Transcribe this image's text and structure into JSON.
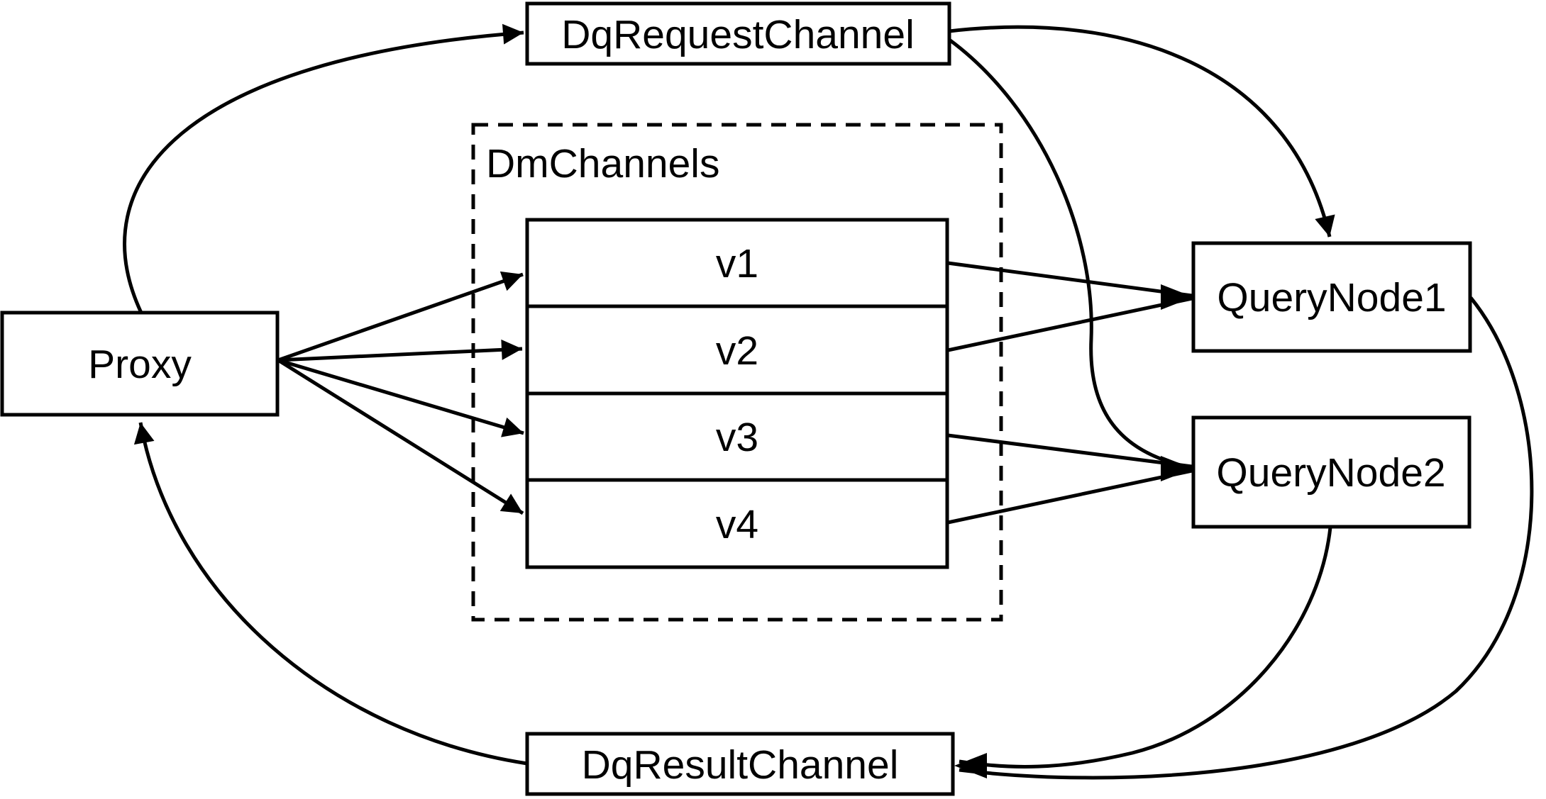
{
  "diagram": {
    "title": "query channel flow diagram",
    "colors": {
      "background": "#ffffff",
      "stroke": "#000000",
      "text": "#000000"
    },
    "nodes": {
      "proxy": {
        "label": "Proxy"
      },
      "dq_request_channel": {
        "label": "DqRequestChannel"
      },
      "dm_channels_group": {
        "label": "DmChannels"
      },
      "channels": [
        "v1",
        "v2",
        "v3",
        "v4"
      ],
      "query_node_1": {
        "label": "QueryNode1"
      },
      "query_node_2": {
        "label": "QueryNode2"
      },
      "dq_result_channel": {
        "label": "DqResultChannel"
      }
    }
  }
}
